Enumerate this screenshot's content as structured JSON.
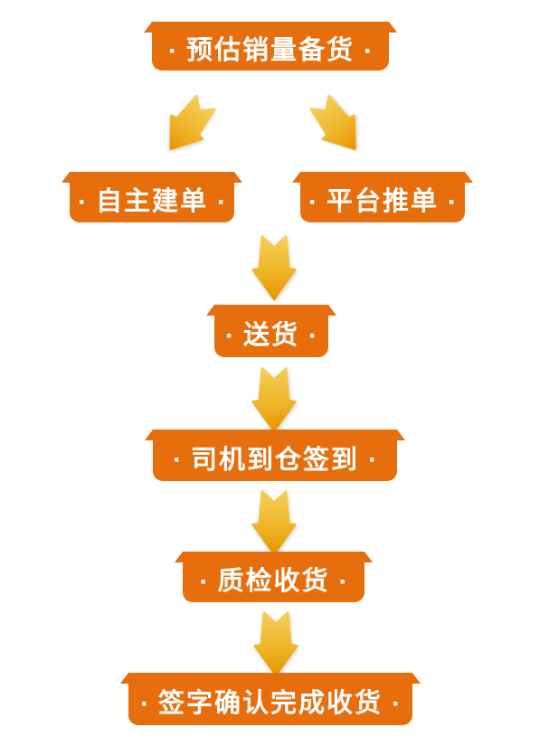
{
  "diagram": {
    "type": "flowchart",
    "background": "#FFFFFF",
    "separator": "·",
    "steps": {
      "forecast": "预估销量备货",
      "self_order": "自主建单",
      "platform_order": "平台推单",
      "delivery": "送货",
      "driver_checkin": "司机到仓签到",
      "qc_receive": "质检收货",
      "sign_confirm": "签字确认完成收货"
    },
    "edges": [
      {
        "from": "预估销量备货",
        "to": "自主建单"
      },
      {
        "from": "预估销量备货",
        "to": "平台推单"
      },
      {
        "from": "自主建单/平台推单",
        "to": "送货"
      },
      {
        "from": "送货",
        "to": "司机到仓签到"
      },
      {
        "from": "司机到仓签到",
        "to": "质检收货"
      },
      {
        "from": "质检收货",
        "to": "签字确认完成收货"
      }
    ],
    "colors": {
      "box_orange": "#E66E0C",
      "arrow_gold_light": "#F6CE58",
      "arrow_gold_mid": "#EFB52B",
      "arrow_gold_dark": "#E69500",
      "text_white": "#FFFFFF"
    }
  }
}
